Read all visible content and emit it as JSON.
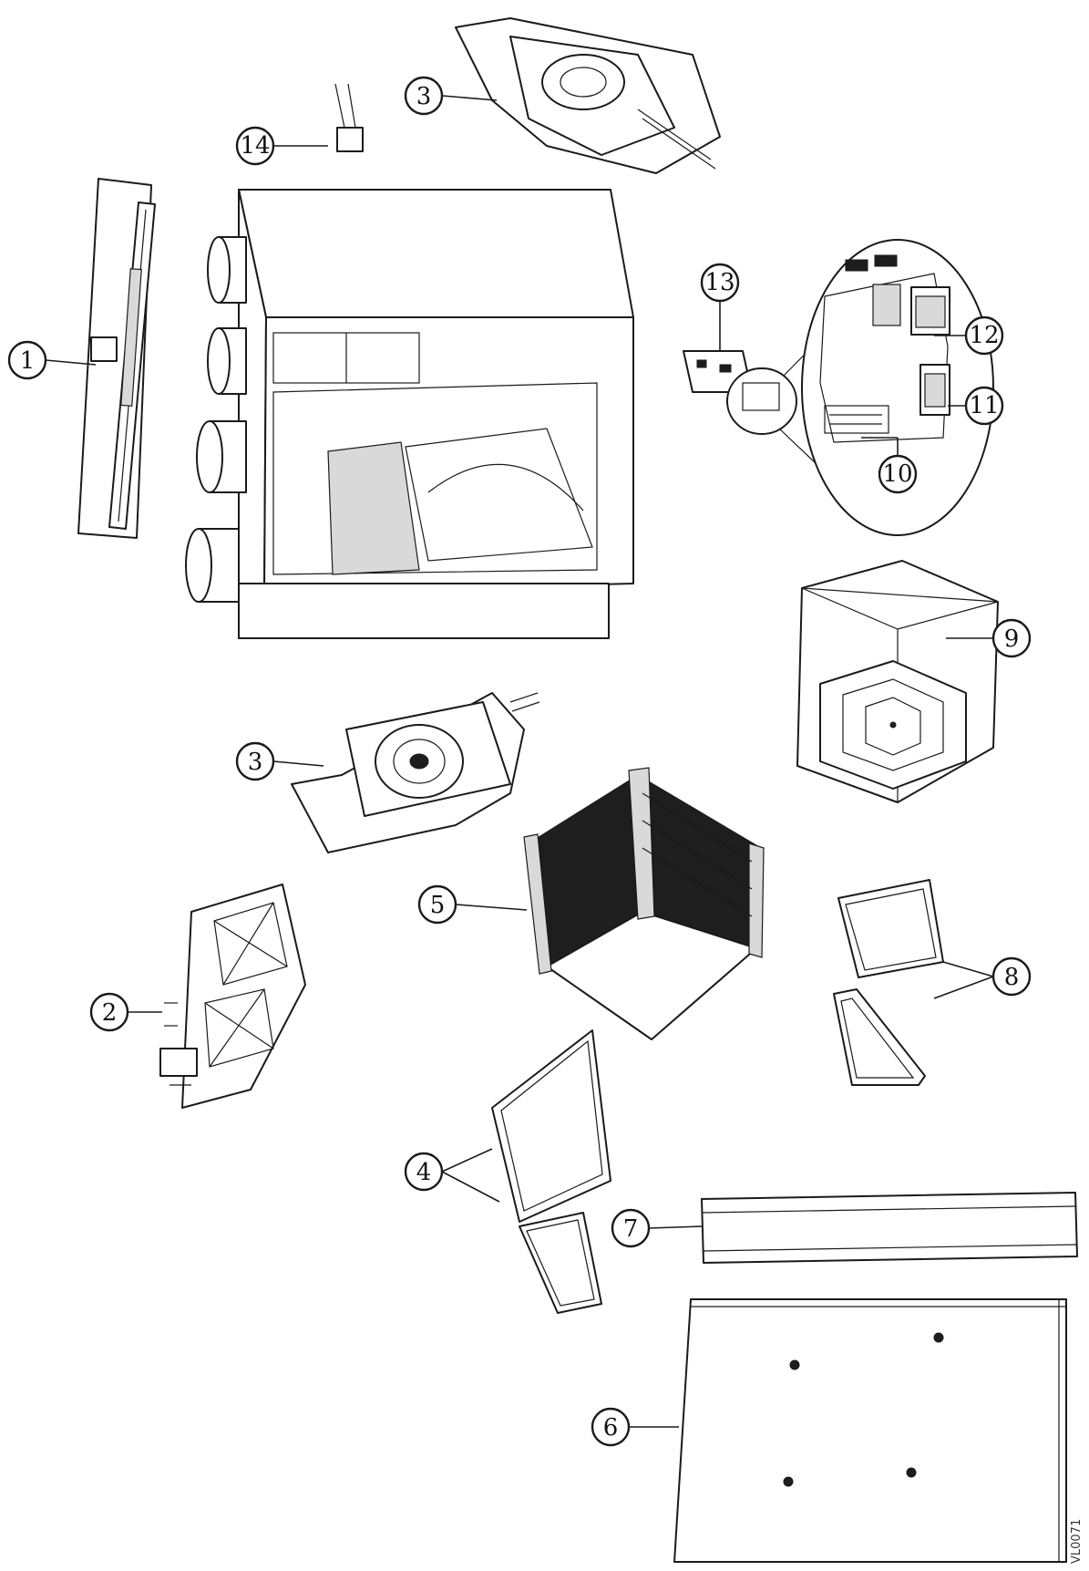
{
  "callouts": {
    "c1": "1",
    "c2": "2",
    "c3a": "3",
    "c3b": "3",
    "c4": "4",
    "c5": "5",
    "c6": "6",
    "c7": "7",
    "c8": "8",
    "c9": "9",
    "c10": "10",
    "c11": "11",
    "c12": "12",
    "c13": "13",
    "c14": "14"
  },
  "drawing_code": "VL0071"
}
